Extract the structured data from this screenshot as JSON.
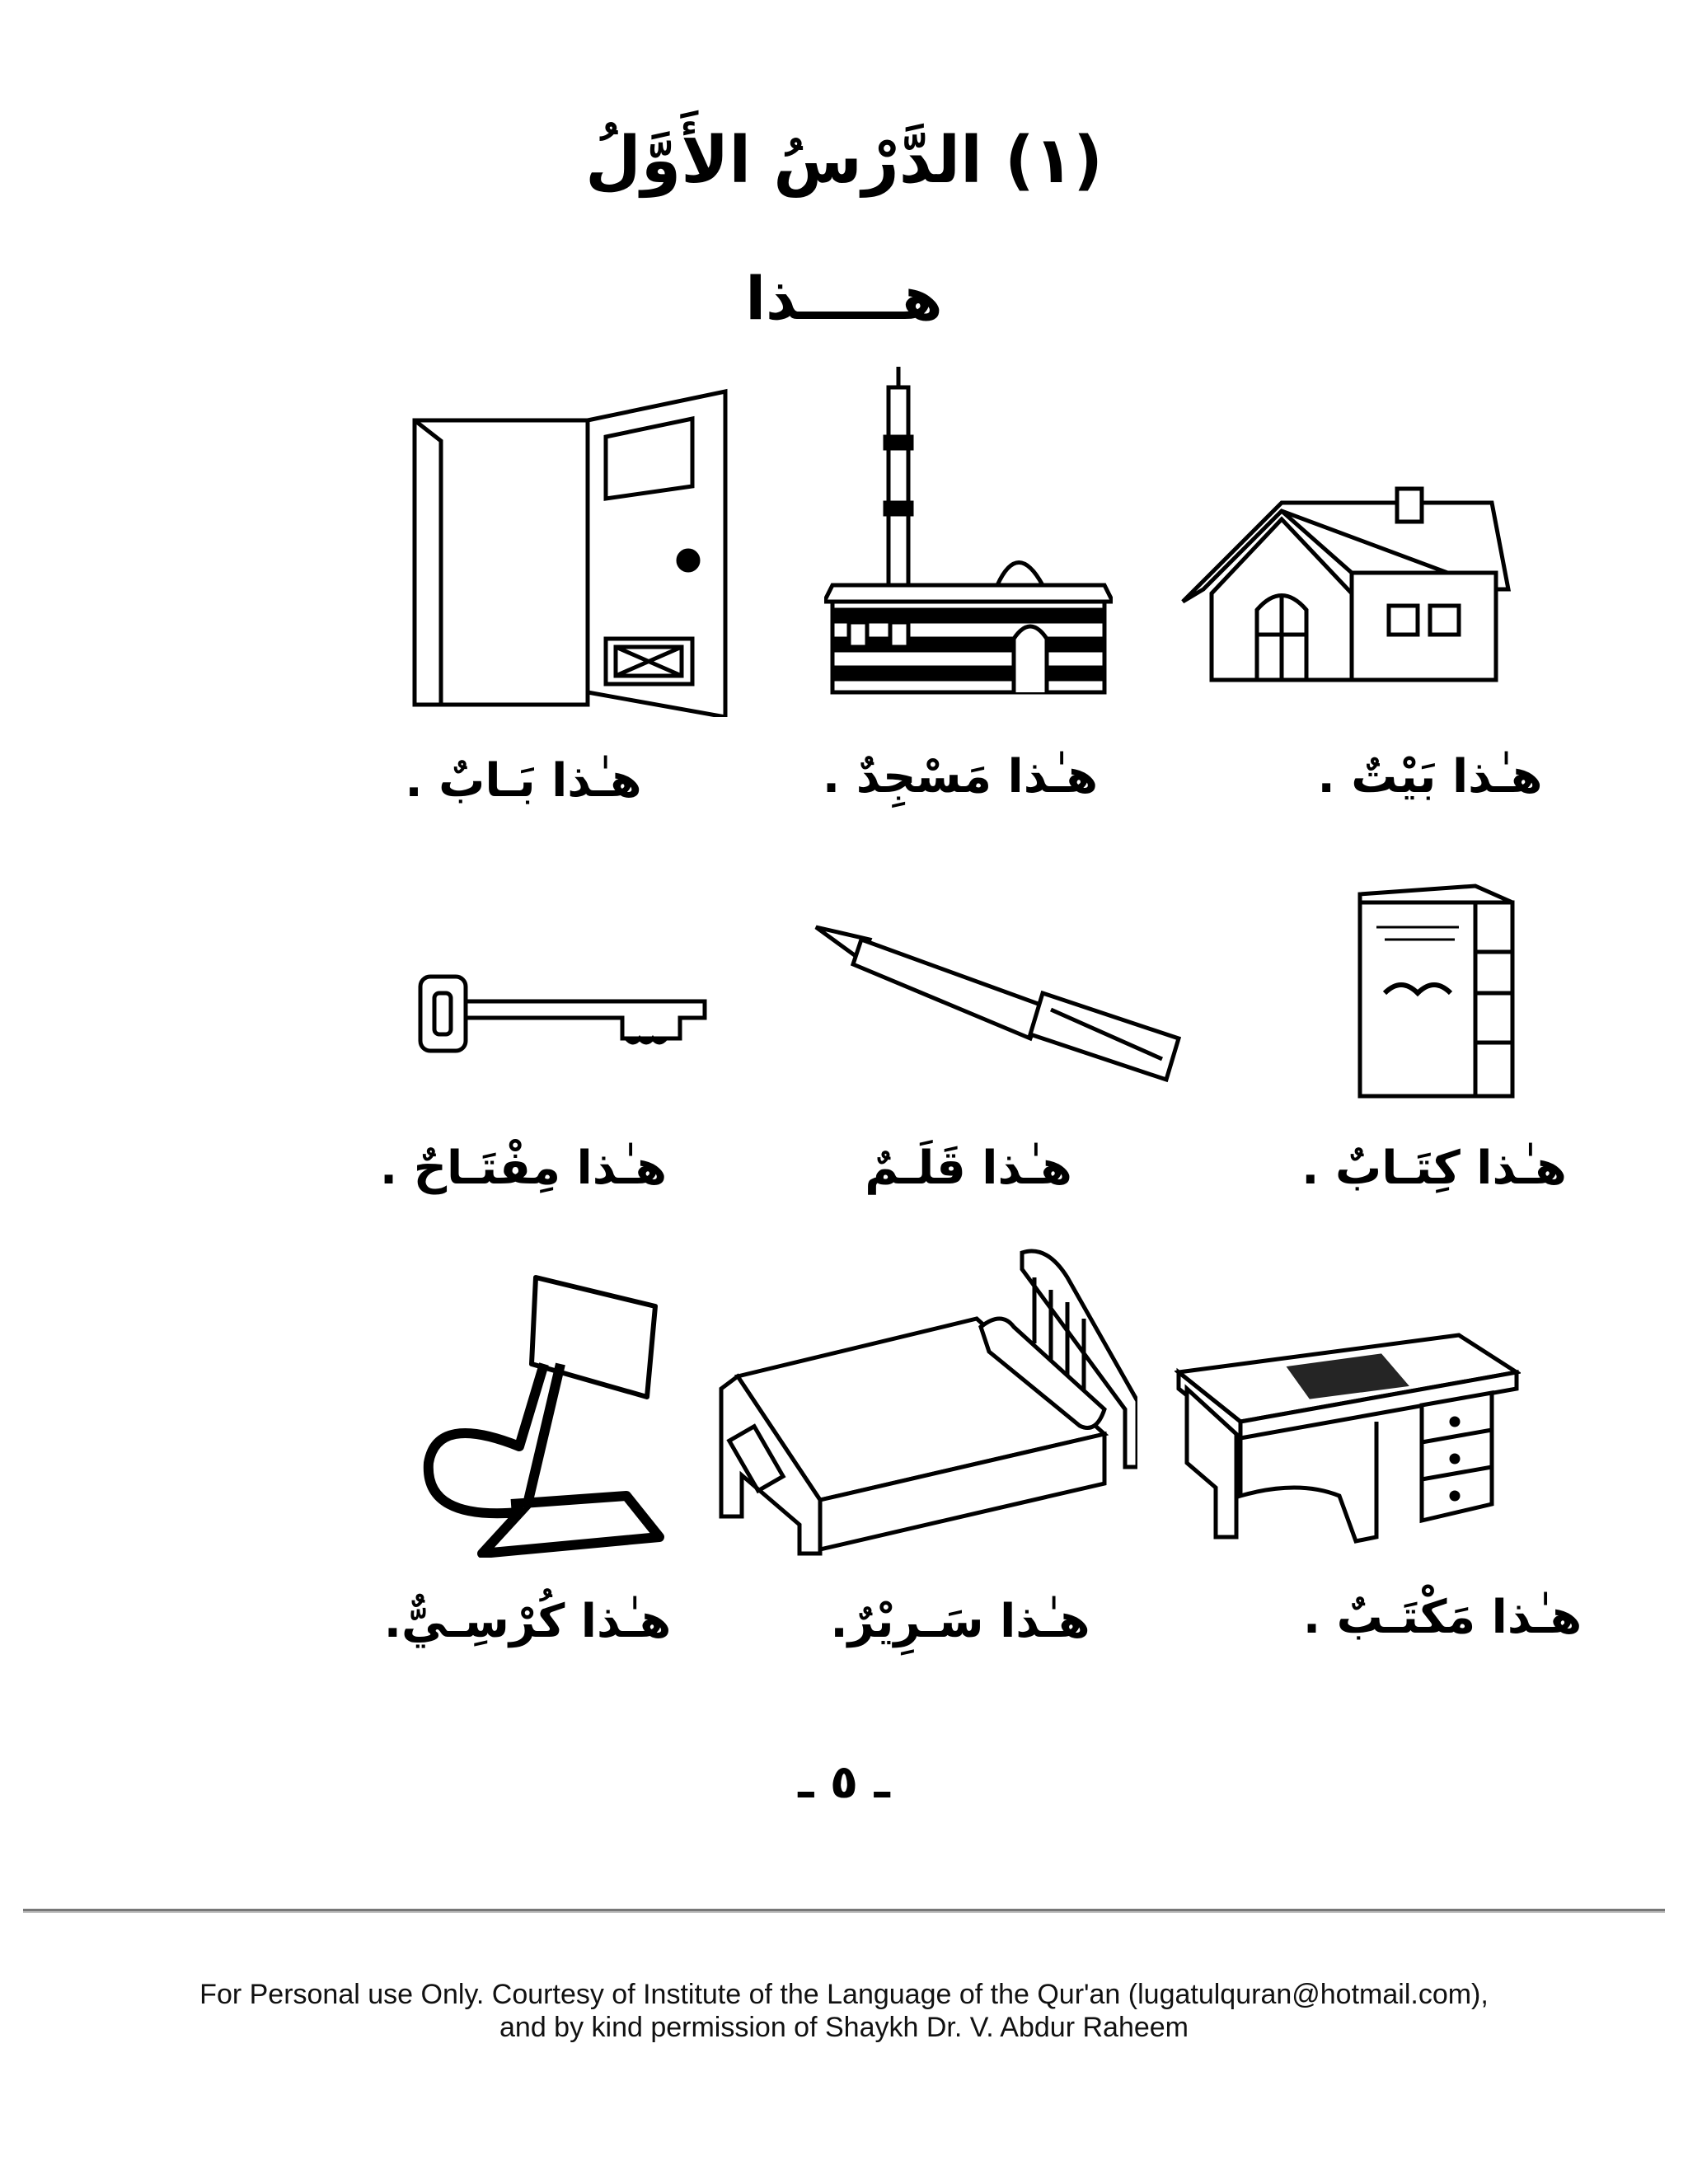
{
  "lesson": {
    "title": "(١) الدَّرْسُ الأَوَّلُ",
    "subtitle": "هـــــذا"
  },
  "items": [
    {
      "icon": "door-icon",
      "caption": "هـٰذا بَـابٌ ."
    },
    {
      "icon": "mosque-icon",
      "caption": "هـٰذا مَسْجِدٌ ."
    },
    {
      "icon": "house-icon",
      "caption": "هـٰذا بَيْتٌ ."
    },
    {
      "icon": "key-icon",
      "caption": "هـٰذا مِفْتَـاحٌ ."
    },
    {
      "icon": "pen-icon",
      "caption": "هـٰذا قَلَـمٌ"
    },
    {
      "icon": "book-icon",
      "caption": "هـٰذا كِتَـابٌ ."
    },
    {
      "icon": "chair-icon",
      "caption": "هـٰذا كُرْسِـيٌّ."
    },
    {
      "icon": "bed-icon",
      "caption": "هـٰذا سَـرِيْرٌ."
    },
    {
      "icon": "desk-icon",
      "caption": "هـٰذا مَكْتَـبٌ ."
    }
  ],
  "page_number": "ـ ٥ ـ",
  "footer": {
    "line1": "For Personal use Only. Courtesy of Institute of the Language of the Qur'an (lugatulquran@hotmail.com),",
    "line2": "and by kind permission of Shaykh Dr. V. Abdur Raheem"
  }
}
